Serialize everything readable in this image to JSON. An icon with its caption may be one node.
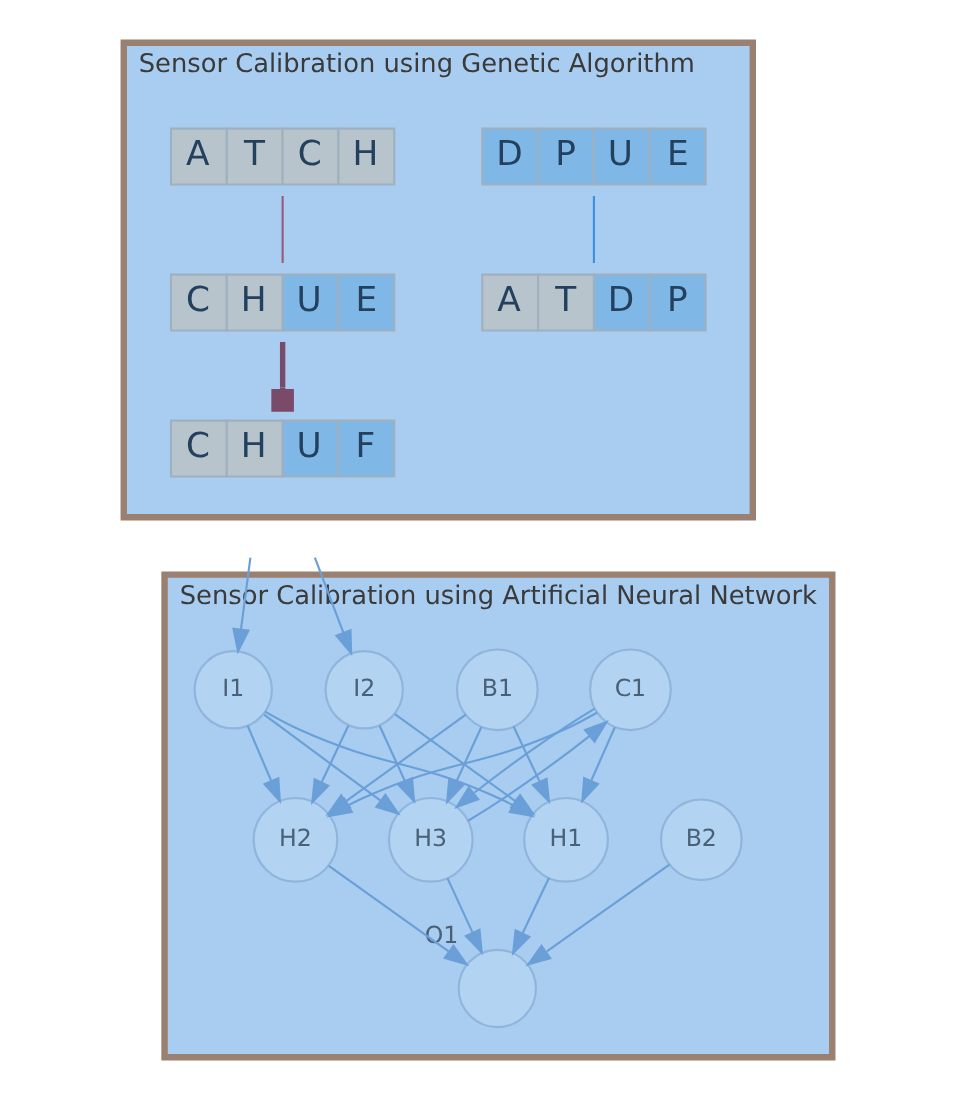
{
  "diagram": {
    "nodes": [
      {
        "text": [
          "Sensor Calibration using Genetic Algorithm"
        ]
      },
      {
        "text": [
          "A T C H"
        ],
        "in": 0
      },
      {
        "text": [
          "D P U E"
        ],
        "in": 0
      },
      {
        "text": [
          "A T D P"
        ],
        "in": 0
      },
      {
        "text": [
          "C H U E"
        ],
        "in": 0
      },
      {
        "text": [
          "C H U F"
        ],
        "in": 0
      },
      {
        "text": [
          "Sensor Calibration using Artificial Neural Network"
        ]
      },
      {
        "text": [
          "I1"
        ],
        "in": 6
      },
      {
        "text": [
          "I2"
        ],
        "in": 6
      },
      {
        "text": [
          "B1"
        ],
        "in": 6
      },
      {
        "text": [
          "C1"
        ],
        "in": 6
      },
      {
        "text": [
          "H1"
        ],
        "in": 6
      },
      {
        "text": [
          "H2"
        ],
        "in": 6
      },
      {
        "text": [
          "H3"
        ],
        "in": 6
      },
      {
        "text": [
          "B2"
        ],
        "in": 6
      },
      {
        "text": [],
        "shape": "circle",
        "in": 6,
        "beside": [
          "O1"
        ]
      }
    ],
    "edges": [
      {
        "from": 1,
        "to": 4,
        "arrow": "none",
        "color": "#9a5a80"
      },
      {
        "from": 2,
        "to": 3,
        "arrow": "none",
        "color": "#3f8fdf"
      },
      {
        "from": 4,
        "to": 5,
        "arrow": "other",
        "color": "#7a4a6a",
        "style": "thick"
      },
      {
        "from": null,
        "to": 7,
        "arrow": "to"
      },
      {
        "from": null,
        "to": 8,
        "arrow": "to"
      },
      {
        "from": 7,
        "to": 11,
        "arrow": "to"
      },
      {
        "from": 7,
        "to": 12,
        "arrow": "to"
      },
      {
        "from": 7,
        "to": 13,
        "arrow": "to"
      },
      {
        "from": 8,
        "to": 11,
        "arrow": "to"
      },
      {
        "from": 8,
        "to": 12,
        "arrow": "to"
      },
      {
        "from": 8,
        "to": 13,
        "arrow": "to"
      },
      {
        "from": 9,
        "to": 11,
        "arrow": "to"
      },
      {
        "from": 9,
        "to": 12,
        "arrow": "to"
      },
      {
        "from": 9,
        "to": 13,
        "arrow": "to"
      },
      {
        "from": 10,
        "to": 11,
        "arrow": "to"
      },
      {
        "from": 10,
        "to": 12,
        "arrow": "to"
      },
      {
        "from": 10,
        "to": 13,
        "arrow": "to"
      },
      {
        "from": 13,
        "to": 10,
        "arrow": "to"
      },
      {
        "from": 11,
        "to": 15,
        "arrow": "to"
      },
      {
        "from": 12,
        "to": 15,
        "arrow": "to"
      },
      {
        "from": 13,
        "to": 15,
        "arrow": "to"
      },
      {
        "from": 14,
        "to": 15,
        "arrow": "to"
      }
    ]
  }
}
